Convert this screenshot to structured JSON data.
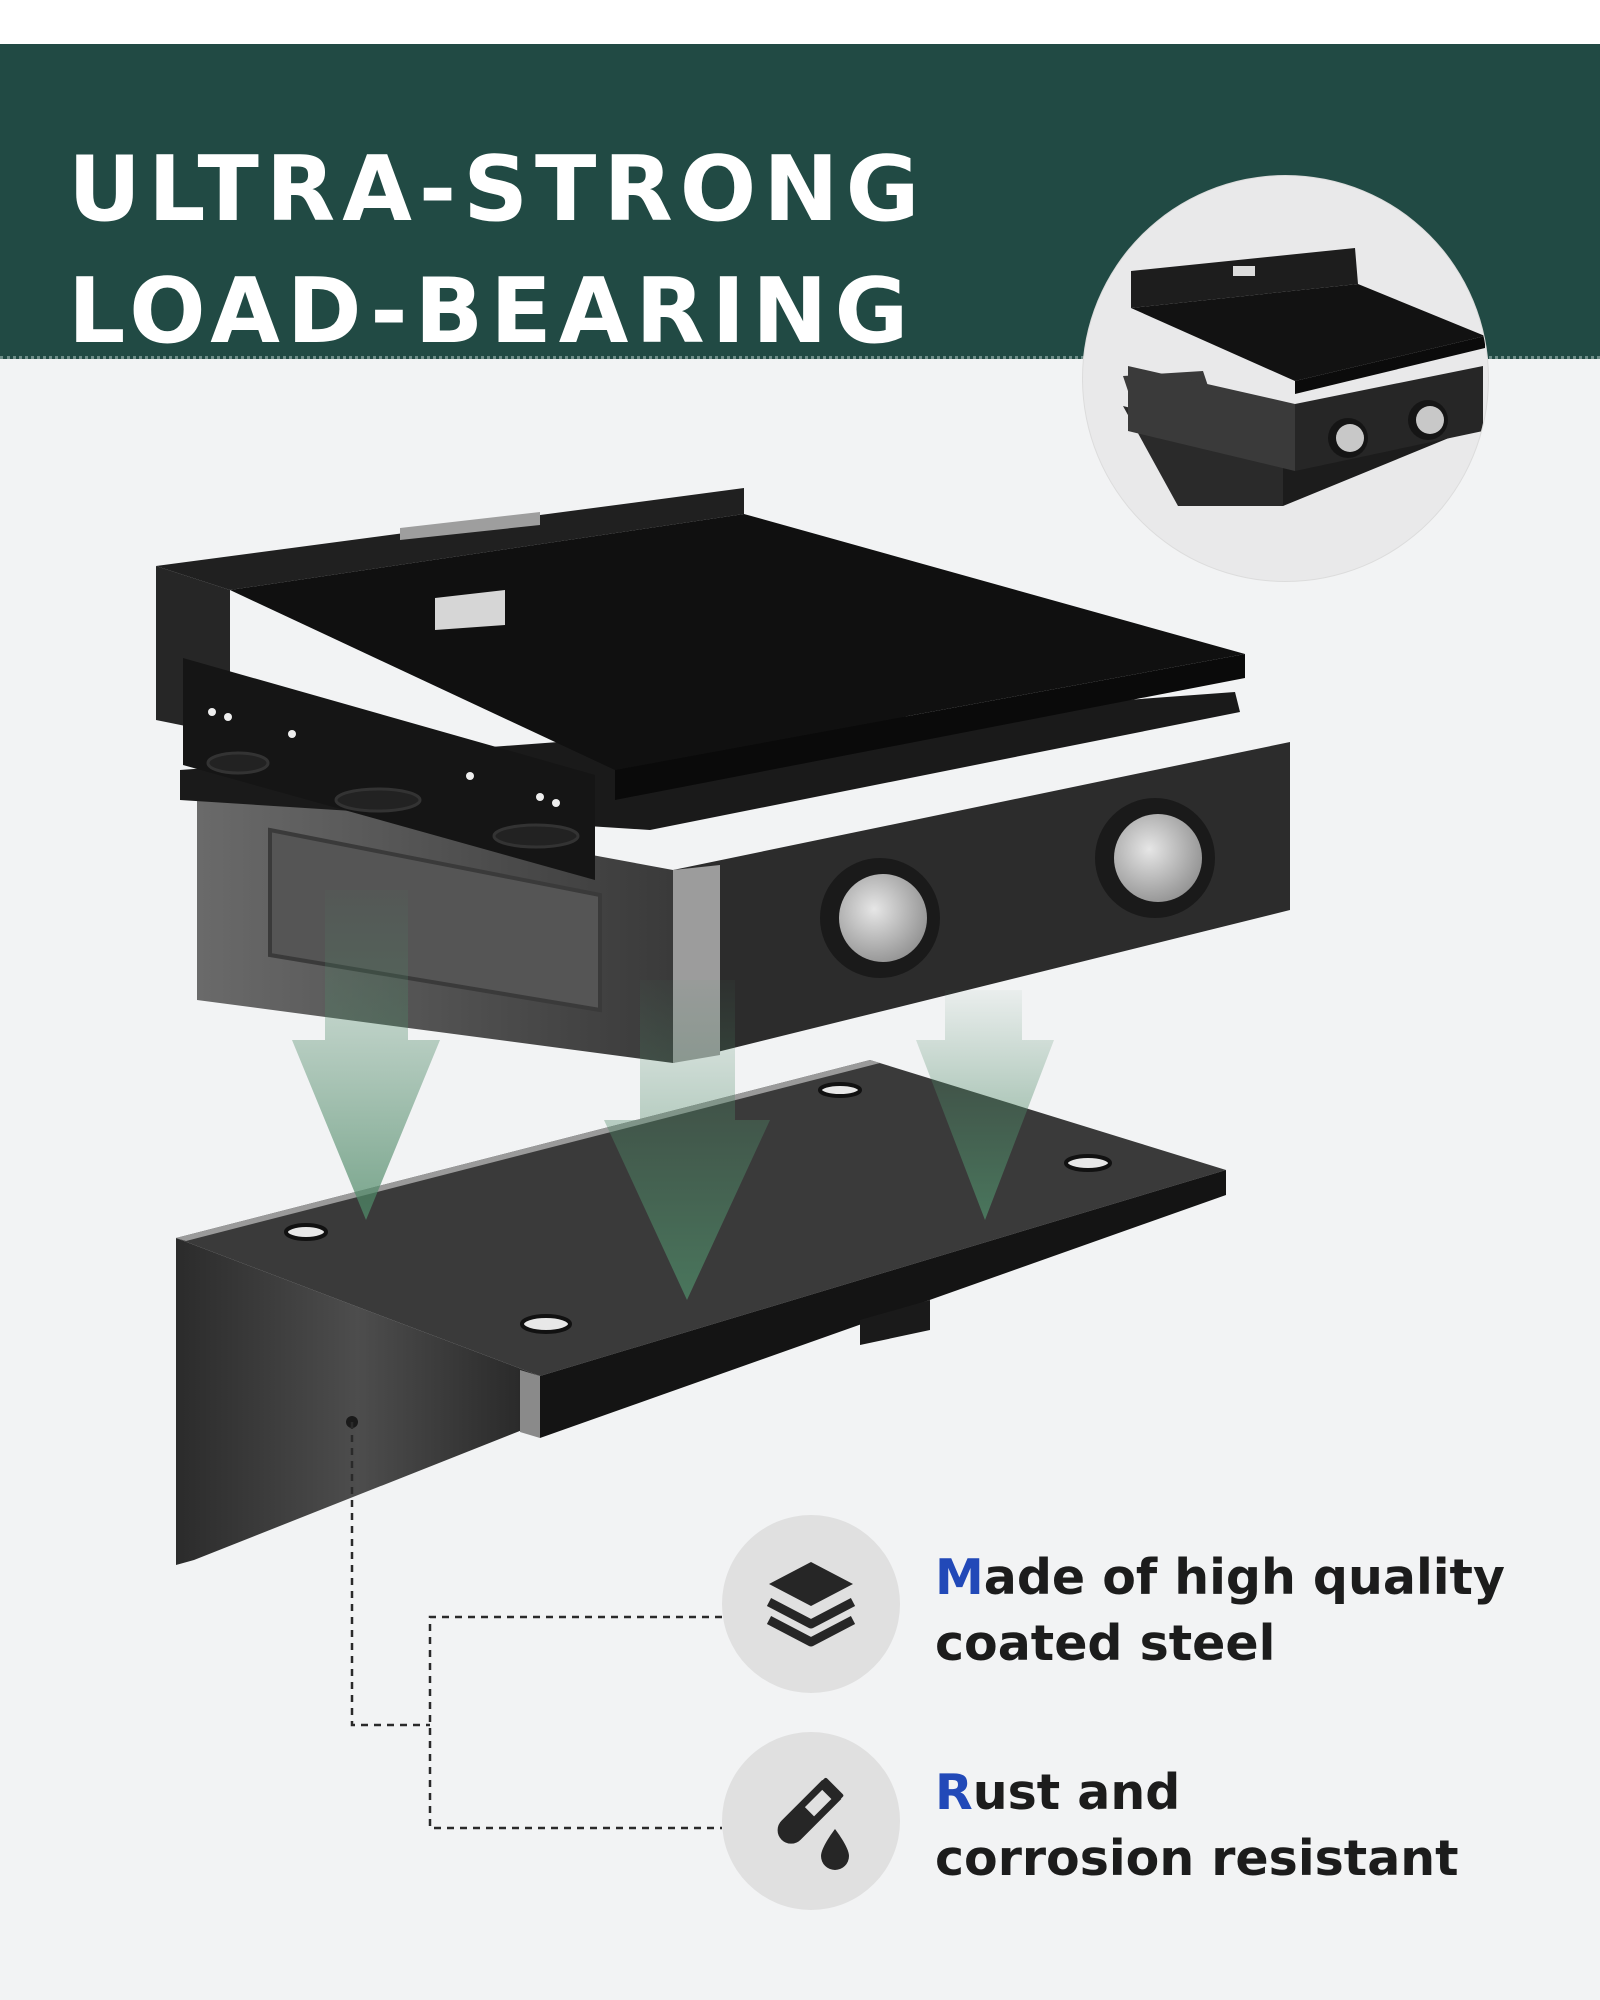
{
  "header": {
    "title_line1": "ULTRA-STRONG",
    "title_line2": "LOAD-BEARING"
  },
  "features": [
    {
      "icon": "layers-icon",
      "first_letter": "M",
      "line1_rest": "ade of high quality",
      "line2": "coated steel"
    },
    {
      "icon": "test-tube-drop-icon",
      "first_letter": "R",
      "line1_rest": "ust and",
      "line2": "corrosion resistant"
    }
  ],
  "colors": {
    "banner": "#214a44",
    "accent_letter": "#2249b8",
    "arrow": "#4f8a68"
  }
}
